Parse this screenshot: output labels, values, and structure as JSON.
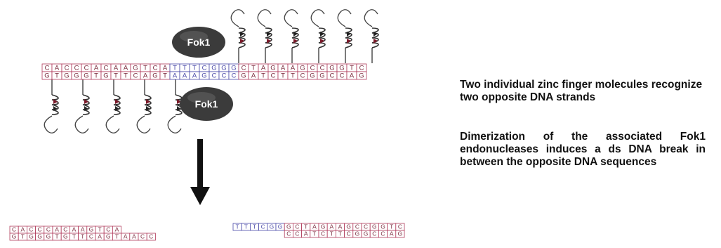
{
  "enzyme_label": "Fok1",
  "dna": {
    "top_strand": "CACCCACAAGTCATTTCGGGCTAGAAGCCGGTC",
    "bottom_strand": "GTGGGTGTTCAGTAAAGCCCGATCTTCGGCCAG",
    "left_fragment_top": "CACCCACAAGTCA",
    "left_fragment_bottom": "GTGGGTGTTCAGTAACC",
    "right_fragment_top": "TTTCGGGCTAGAAGCCGGTC",
    "right_fragment_bottom": "CCATCTTCGGCCAG"
  },
  "description": {
    "line1": "Two individual zinc finger molecules recognize two opposite DNA strands",
    "line2": "Dimerization of the associated Fok1 endonucleases induces a ds DNA break in between the opposite DNA sequences"
  },
  "colors": {
    "dna_outer": "#b03a5a",
    "dna_spacer": "#4a4aa8",
    "dna_text": "#7a2a3c",
    "enzyme_fill": "#3a3a3a",
    "arrow": "#111111"
  }
}
